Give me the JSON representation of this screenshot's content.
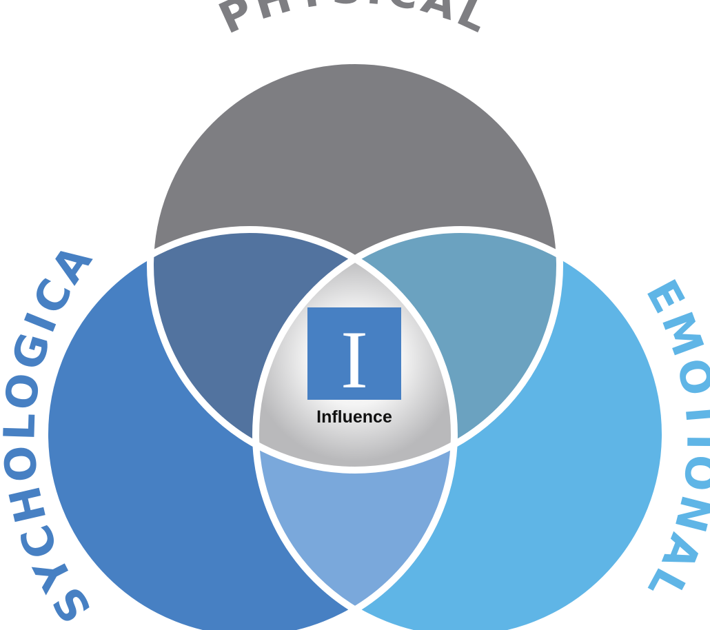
{
  "diagram": {
    "labels": {
      "top": "PHYSICAL",
      "left": "PSYCHOLOGICAL",
      "right": "EMOTIONAL"
    },
    "center": {
      "letter": "I",
      "word": "Influence"
    }
  },
  "colors": {
    "physical": "#7e7e82",
    "psychological": "#4780c3",
    "emotional": "#5fb5e6",
    "physical_psychological": "#52739f",
    "physical_emotional": "#6ba2c0",
    "psychological_emotional": "#7aa8db",
    "center_box": "#4780c3",
    "label_physical": "#7e7e82",
    "label_psychological": "#4780c3",
    "label_emotional": "#5fb5e6"
  }
}
